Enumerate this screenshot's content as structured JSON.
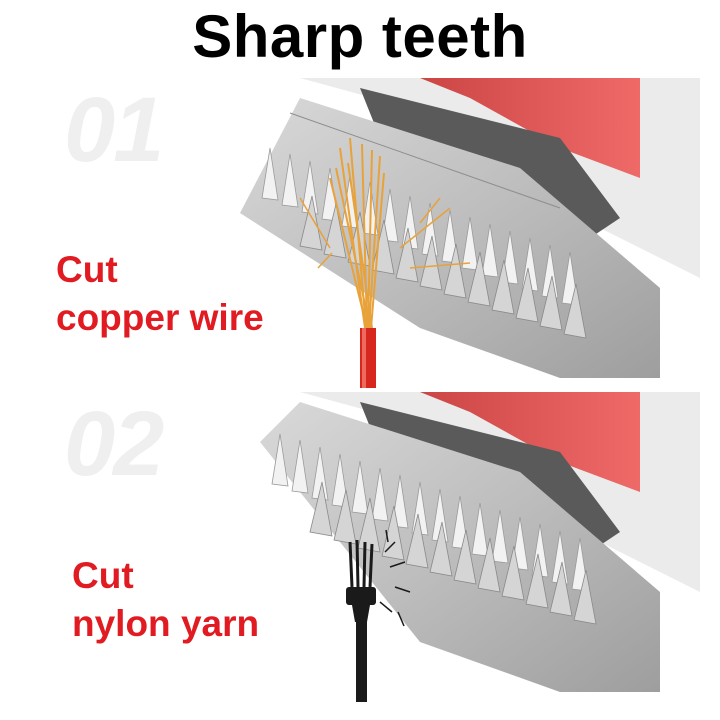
{
  "title": "Sharp teeth",
  "panels": [
    {
      "number": "01",
      "caption_line1": "Cut",
      "caption_line2": "copper wire",
      "material": "copper-wire"
    },
    {
      "number": "02",
      "caption_line1": "Cut",
      "caption_line2": "nylon yarn",
      "material": "nylon-brush"
    }
  ],
  "colors": {
    "title": "#000000",
    "caption": "#e01b22",
    "number": "#efefef",
    "blade": "#c9c9c9",
    "clipper_body": "#e03a3a",
    "copper": "#e8a23a",
    "wire_insulation": "#d7261e",
    "brush": "#1a1a1a"
  }
}
